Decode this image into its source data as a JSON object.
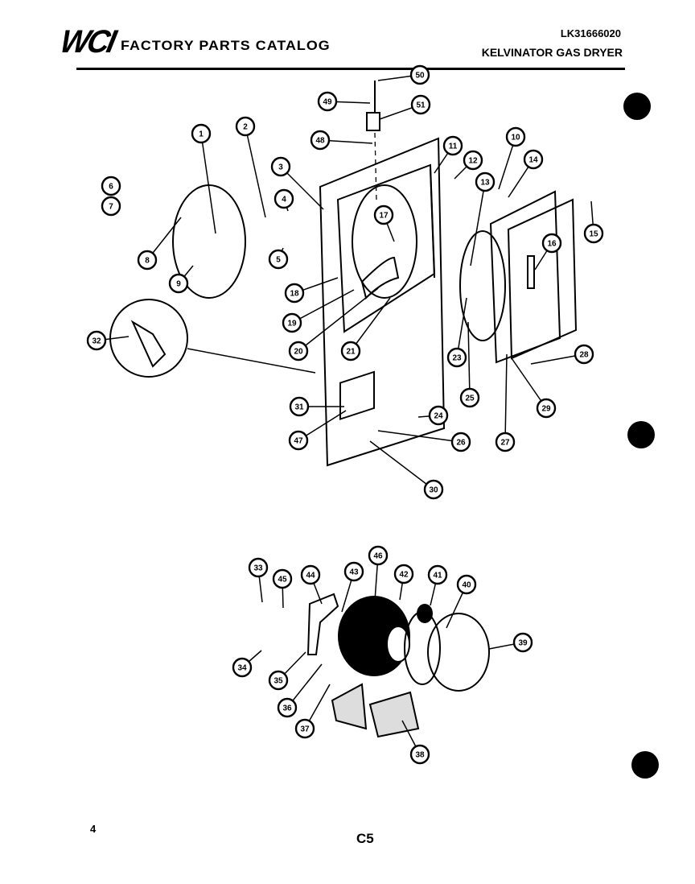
{
  "header": {
    "logo": "WCI",
    "title": "FACTORY PARTS CATALOG",
    "model_number": "LK31666020",
    "product": "KELVINATOR GAS DRYER"
  },
  "footer": {
    "page_number": "4",
    "section": "C5"
  },
  "callouts": {
    "front_panel_assembly": [
      "50",
      "49",
      "51",
      "48",
      "1",
      "2",
      "3",
      "4",
      "5",
      "6",
      "7",
      "8",
      "9",
      "10",
      "11",
      "12",
      "13",
      "14",
      "15",
      "16",
      "17",
      "18",
      "19",
      "20",
      "21",
      "23",
      "24",
      "25",
      "26",
      "27",
      "28",
      "29",
      "30",
      "31",
      "32",
      "47"
    ],
    "blower_motor_assembly": [
      "33",
      "45",
      "44",
      "43",
      "46",
      "42",
      "41",
      "40",
      "39",
      "34",
      "35",
      "36",
      "37",
      "38"
    ]
  },
  "colors": {
    "ink": "#000000",
    "paper": "#ffffff"
  }
}
